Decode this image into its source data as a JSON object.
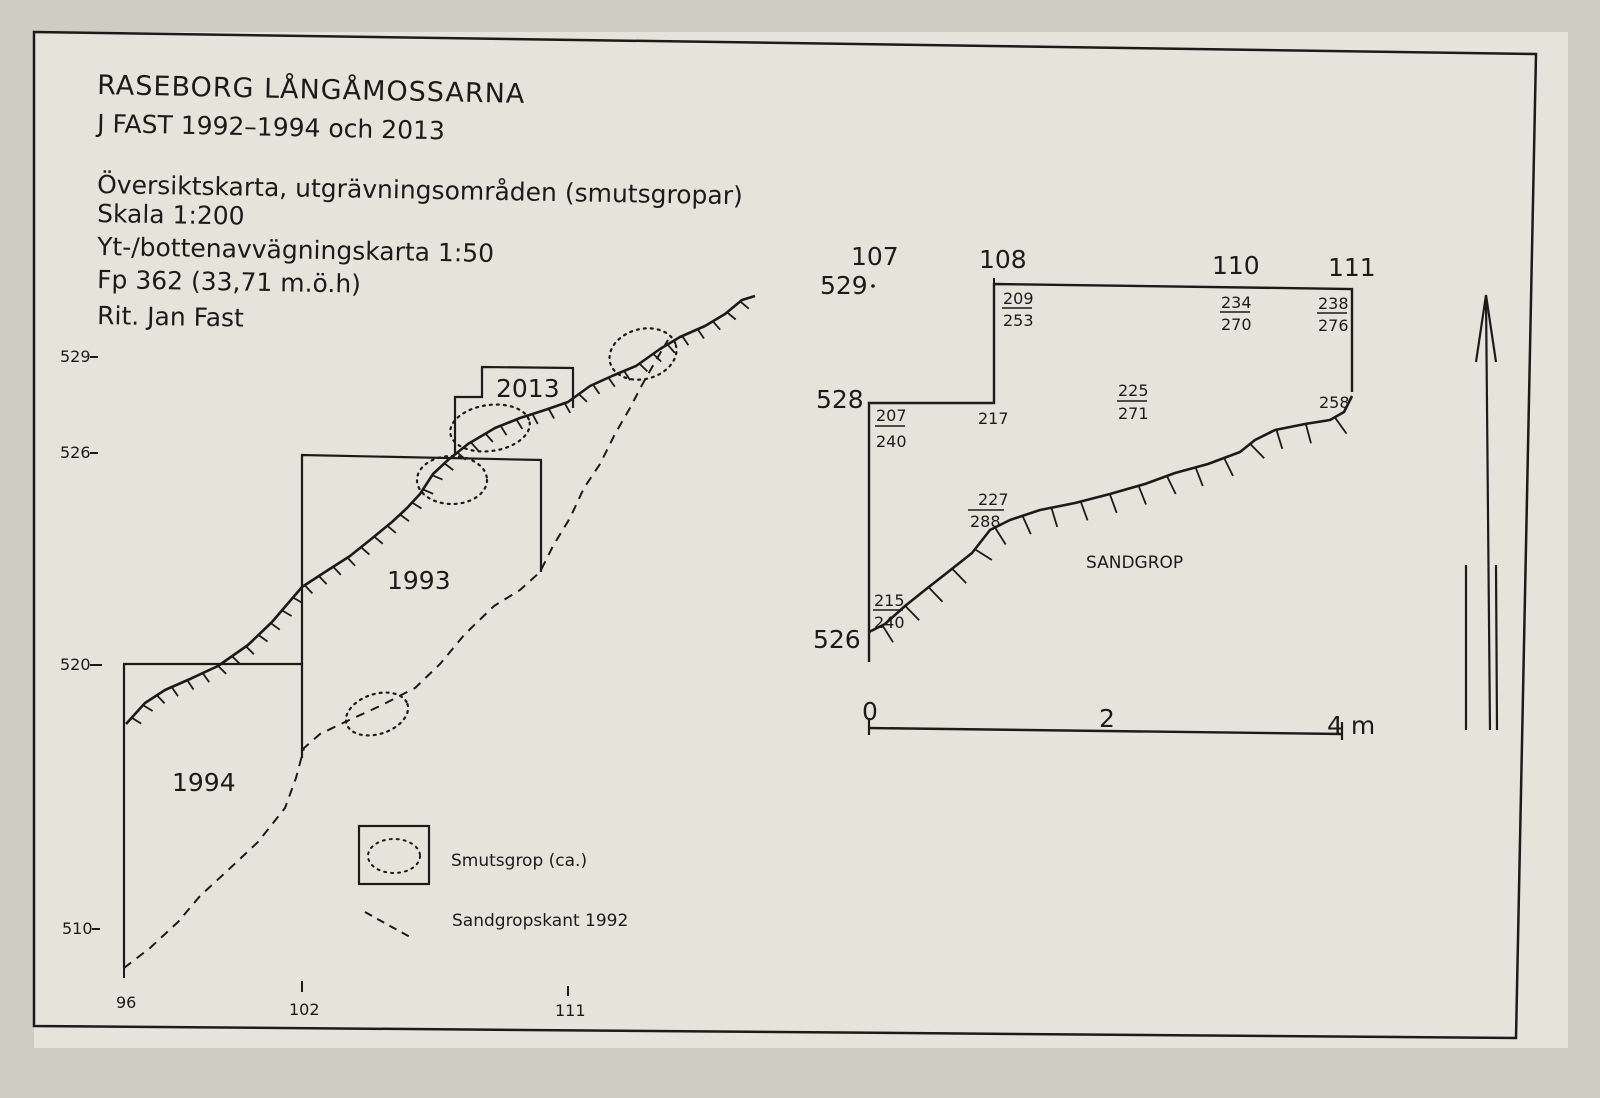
{
  "title": {
    "line1": "RASEBORG LÅNGÅMOSSARNA",
    "line2": "J FAST 1992–1994 och 2013",
    "line3": "Översiktskarta, utgrävningsområden (smutsgropar)",
    "line4": "Skala 1:200",
    "line5": "Yt-/bottenavvägningskarta 1:50",
    "line6": "Fp 362 (33,71 m.ö.h)",
    "line7": "Rit. Jan Fast"
  },
  "overview": {
    "y_ticks": [
      "529",
      "526",
      "520",
      "510"
    ],
    "x_ticks": [
      "96",
      "102",
      "111"
    ],
    "areas": [
      "2013",
      "1993",
      "1994"
    ]
  },
  "legend": {
    "pit_label": "Smutsgrop (ca.)",
    "edge_label": "Sandgropskant 1992"
  },
  "detail": {
    "col_labels": [
      "107",
      "108",
      "110",
      "111"
    ],
    "row_labels": [
      "529",
      "528",
      "526"
    ],
    "levels": [
      {
        "top": "209",
        "bottom": "253"
      },
      {
        "top": "234",
        "bottom": "270"
      },
      {
        "top": "238",
        "bottom": "276"
      },
      {
        "top": "207",
        "bottom": "240"
      },
      {
        "top": "225",
        "bottom": "271"
      },
      {
        "top": "227",
        "bottom": "288"
      },
      {
        "top": "215",
        "bottom": "240"
      }
    ],
    "single_levels": [
      "217",
      "258"
    ],
    "sandpit_label": "SANDGROP",
    "scale_labels": [
      "0",
      "2",
      "4 m"
    ]
  }
}
